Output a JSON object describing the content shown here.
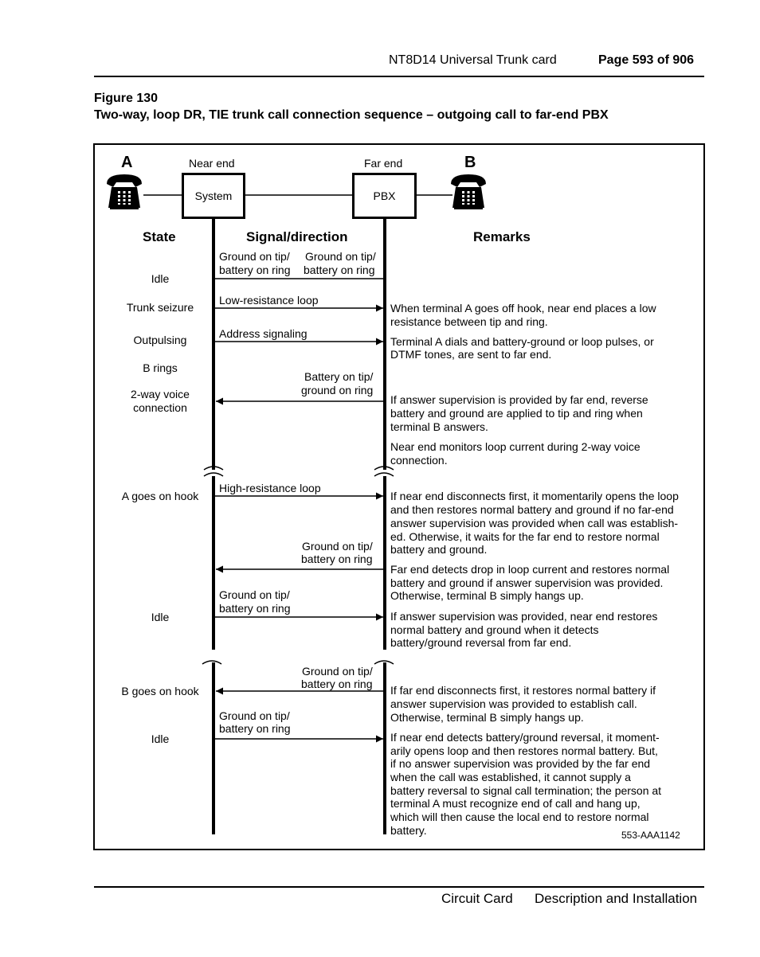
{
  "header": {
    "title": "NT8D14 Universal Trunk card",
    "page": "Page 593 of 906"
  },
  "figure": {
    "label": "Figure 130",
    "caption": "Two-way, loop DR, TIE trunk call connection sequence – outgoing call to far-end PBX"
  },
  "diagram": {
    "terminal_a": "A",
    "terminal_b": "B",
    "near_end_label": "Near end",
    "far_end_label": "Far end",
    "system_box": "System",
    "pbx_box": "PBX",
    "col_state": "State",
    "col_signal": "Signal/direction",
    "col_remarks": "Remarks",
    "states": {
      "idle1": "Idle",
      "trunk_seizure": "Trunk seizure",
      "outpulsing": "Outpulsing",
      "b_rings": "B rings",
      "two_way_1": "2-way voice",
      "two_way_2": "connection",
      "a_on_hook": "A goes on hook",
      "idle2": "Idle",
      "b_on_hook": "B goes on hook",
      "idle3": "Idle"
    },
    "signals": {
      "s1_left_1": "Ground on tip/",
      "s1_left_2": "battery on ring",
      "s1_right_1": "Ground on tip/",
      "s1_right_2": "battery on ring",
      "s2": "Low-resistance loop",
      "s3": "Address signaling",
      "s4_1": "Battery on tip/",
      "s4_2": "ground on ring",
      "s5": "High-resistance loop",
      "s6_1": "Ground on tip/",
      "s6_2": "battery on ring",
      "s7_1": "Ground on tip/",
      "s7_2": "battery on ring",
      "s8_1": "Ground on tip/",
      "s8_2": "battery on ring",
      "s9_1": "Ground on tip/",
      "s9_2": "battery on ring"
    },
    "remarks": {
      "r1_1": "When terminal A goes off hook, near end places a low",
      "r1_2": "resistance between tip and ring.",
      "r2_1": "Terminal A dials and battery-ground or loop pulses, or",
      "r2_2": "DTMF tones, are sent to far end.",
      "r3_1": "If answer supervision is provided by far end, reverse",
      "r3_2": "battery and ground are applied to tip and ring when",
      "r3_3": "terminal B answers.",
      "r4_1": "Near end monitors loop current during 2-way voice",
      "r4_2": "connection.",
      "r5_1": "If near end disconnects first, it momentarily opens the loop",
      "r5_2": "and then restores normal battery and ground if no far-end",
      "r5_3": "answer supervision was provided when call was establish-",
      "r5_4": "ed. Otherwise, it waits for the far end to restore normal",
      "r5_5": "battery and ground.",
      "r6_1": "Far end detects drop in loop current and restores normal",
      "r6_2": "battery and ground if answer supervision was provided.",
      "r6_3": "Otherwise, terminal B simply hangs up.",
      "r7_1": "If answer supervision was provided, near end restores",
      "r7_2": "normal battery and ground when it detects",
      "r7_3": "battery/ground reversal from far end.",
      "r8_1": "If far end disconnects first, it restores normal battery if",
      "r8_2": "answer supervision was provided to establish call.",
      "r8_3": "Otherwise, terminal B simply hangs up.",
      "r9_1": "If near end detects battery/ground reversal, it moment-",
      "r9_2": "arily opens loop and then restores normal battery. But,",
      "r9_3": "if no answer supervision was provided by the far end",
      "r9_4": "when the call was established, it cannot supply a",
      "r9_5": "battery reversal to signal call termination; the person at",
      "r9_6": "terminal A must recognize end of call and hang up,",
      "r9_7": "which will then cause the local end to restore normal",
      "r9_8": "battery."
    },
    "ref_code": "553-AAA1142"
  },
  "footer": {
    "left": "Circuit Card",
    "right": "Description and Installation"
  }
}
